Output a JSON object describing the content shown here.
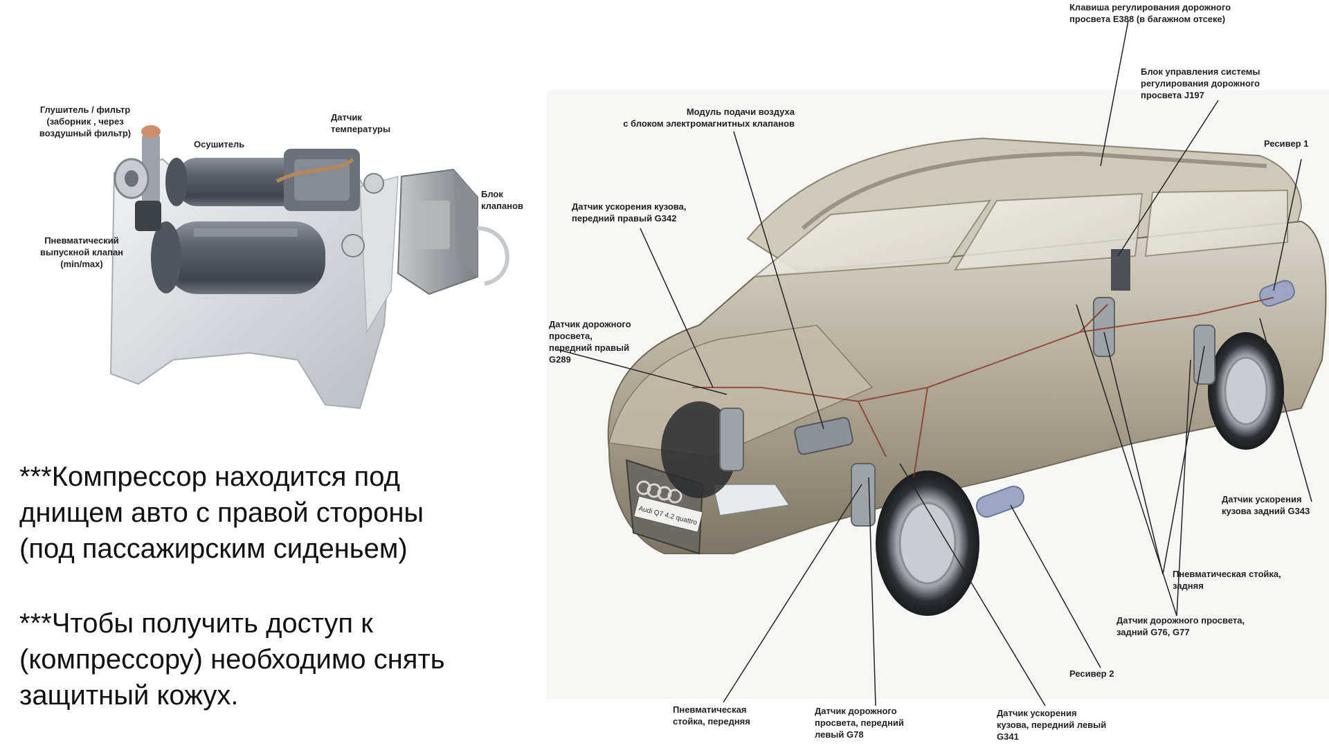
{
  "compressor_labels": {
    "muffler": "Глушитель / фильтр\n(заборник , через\nвоздушный фильтр)",
    "dryer": "Осушитель",
    "temp_sensor": "Датчик\nтемпературы",
    "valve_block": "Блок\nклапанов",
    "exhaust_valve": "Пневматический\nвыпускной клапан\n(min/max)"
  },
  "notes": {
    "location": "***Компрессор находится под\nднищем авто с правой стороны\n(под пассажирским сиденьем)",
    "access": " ***Чтобы получить доступ к\n(компрессору) необходимо снять\nзащитный кожух."
  },
  "car_labels": {
    "trunk_switch": "Клавиша регулирования дорожного\nпросвета E388 (в багажном отсеке)",
    "control_unit": "Блок управления системы\nрегулирования дорожного\nпросвета J197",
    "receiver1": "Ресивер 1",
    "air_supply": "Модуль подачи воздуха\nс блоком электромагнитных клапанов",
    "accel_front_right": "Датчик ускорения кузова,\nпередний правый G342",
    "level_front_right": "Датчик дорожного\nпросвета,\nпередний правый\nG289",
    "accel_rear": "Датчик ускорения\nкузова задний G343",
    "strut_rear": "Пневматическая стойка,\nзадняя",
    "level_rear": "Датчик дорожного просвета,\nзадний G76, G77",
    "receiver2": "Ресивер 2",
    "strut_front": "Пневматическая\nстойка, передняя",
    "level_front_left": "Датчик дорожного\nпросвета, передний\nлевый G78",
    "accel_front_left": "Датчик ускорения\nкузова, передний левый\nG341"
  },
  "car_badge": "Audi Q7 4.2 quattro",
  "colors": {
    "car_body": "#a59c85",
    "compressor_metal": "#5f6670",
    "bracket": "#d6d9dc",
    "leader_line": "#222222",
    "air_line": "#8a2a1c"
  }
}
